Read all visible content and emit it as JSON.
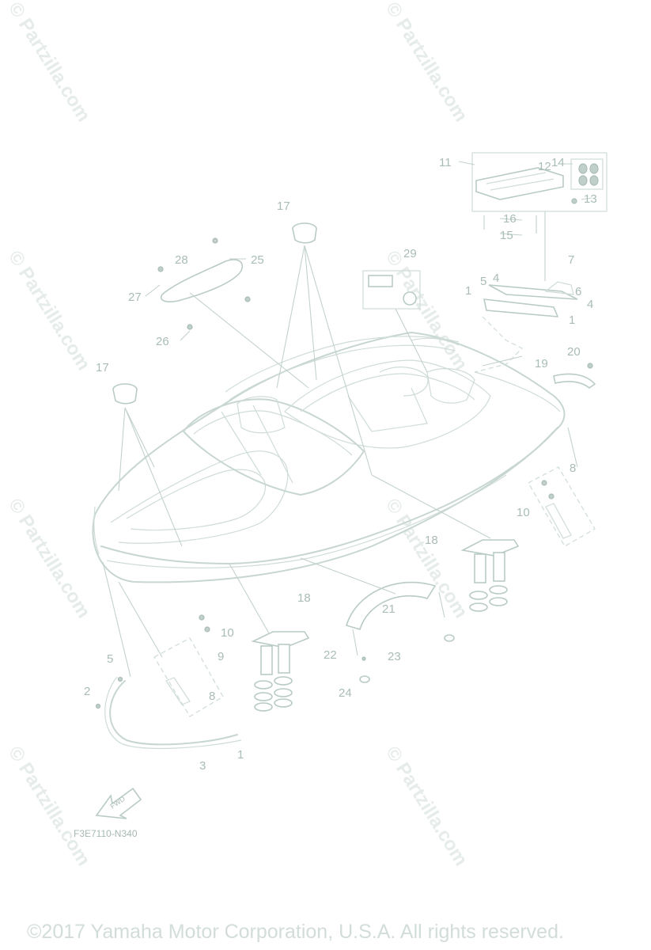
{
  "watermark": "© Partzilla.com",
  "diagram_code": "F3E7110-N340",
  "fwd_label": "FWD",
  "copyright": "©2017 Yamaha Motor Corporation, U.S.A. All rights reserved.",
  "callouts": {
    "c11": "11",
    "c12": "12",
    "c14": "14",
    "c13": "13",
    "c16": "16",
    "c15": "15",
    "c7": "7",
    "c5a": "5",
    "c4a": "4",
    "c1a": "1",
    "c6": "6",
    "c4b": "4",
    "c1b": "1",
    "c17a": "17",
    "c28": "28",
    "c25": "25",
    "c27": "27",
    "c26": "26",
    "c29": "29",
    "c20": "20",
    "c19": "19",
    "c17b": "17",
    "c8a": "8",
    "c10a": "10",
    "c18a": "18",
    "c18b": "18",
    "c21": "21",
    "c10b": "10",
    "c9": "9",
    "c8b": "8",
    "c5b": "5",
    "c2": "2",
    "c22": "22",
    "c23": "23",
    "c24": "24",
    "c3": "3",
    "c1c": "1"
  },
  "colors": {
    "linework": "#c7d6d1",
    "callout_text": "#a9bcb6",
    "watermark": "#e6ecea"
  }
}
